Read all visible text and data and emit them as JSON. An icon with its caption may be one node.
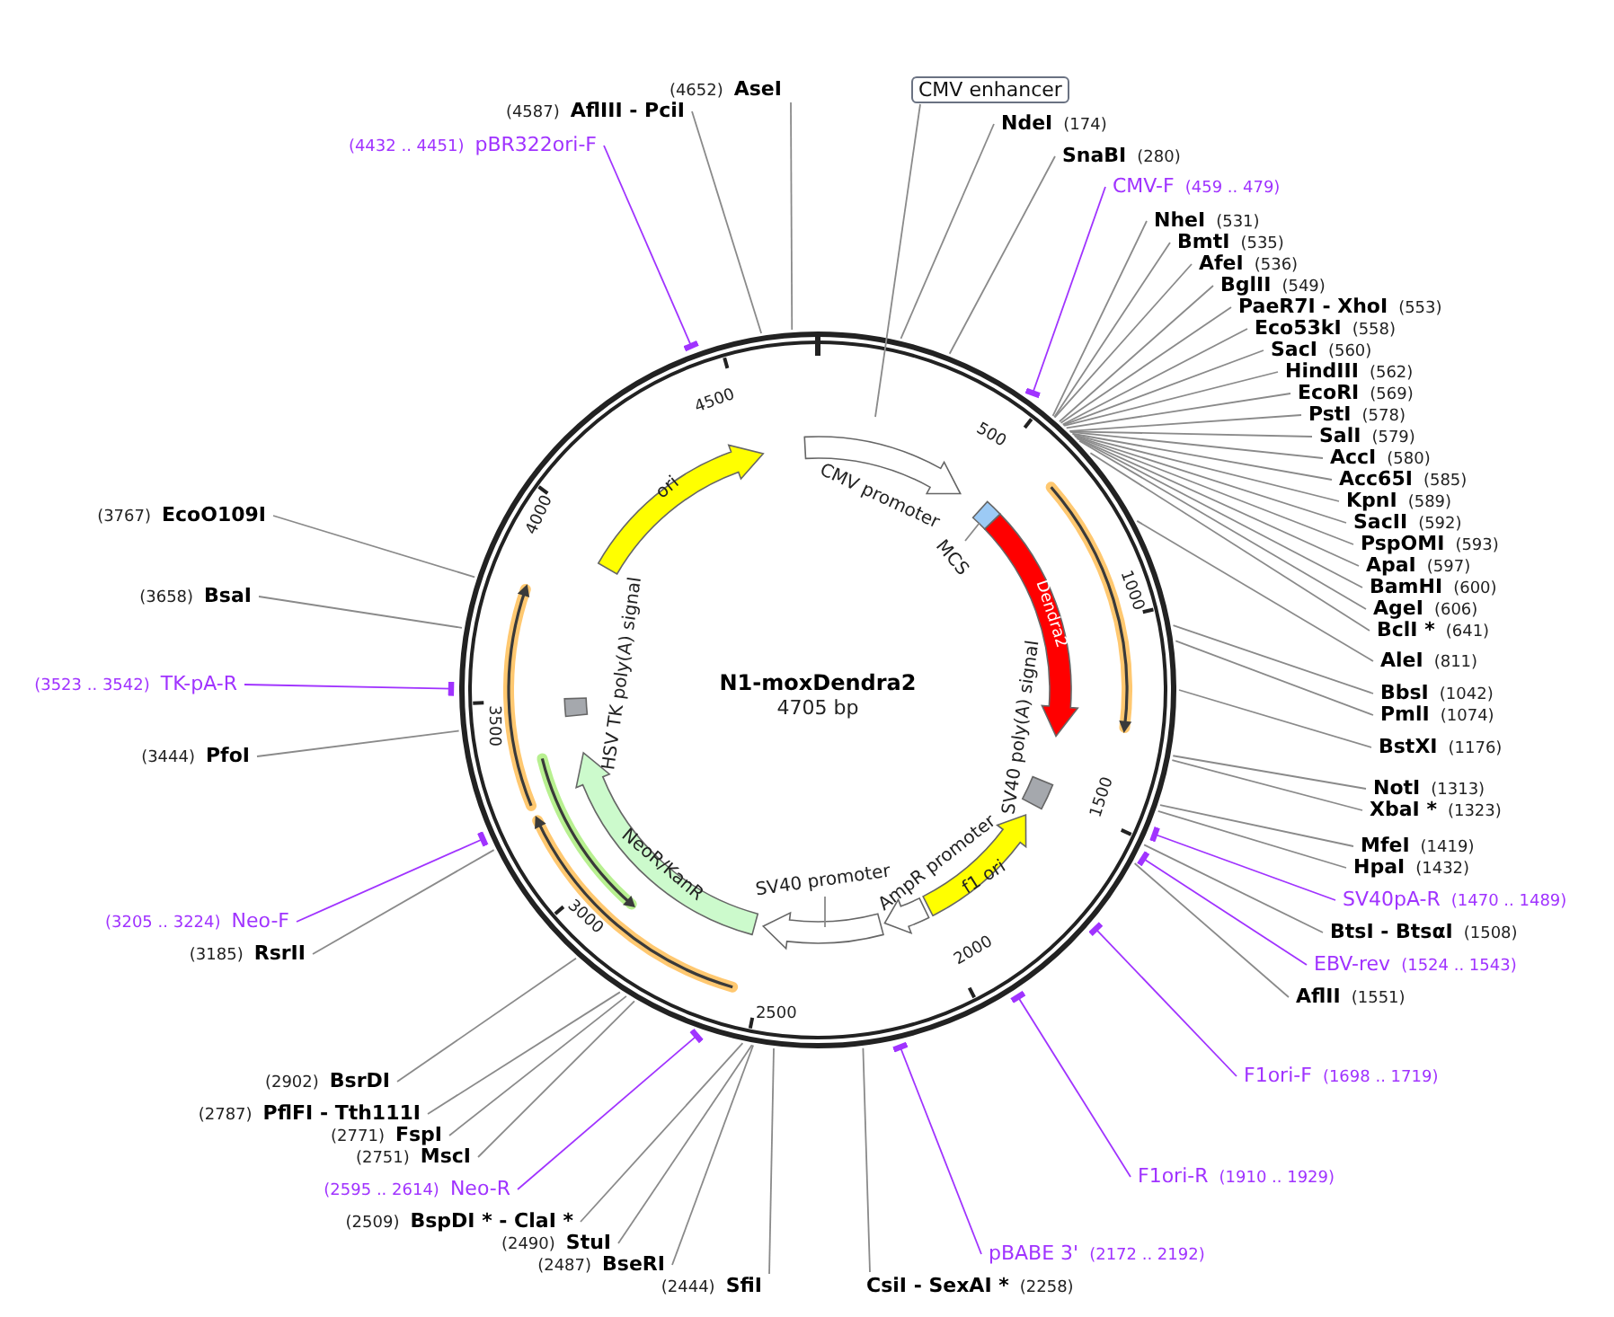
{
  "diagram": {
    "title": "N1-moxDendra2",
    "nodes": [
      {
        "text": [
          "(4652)",
          "AseI"
        ]
      },
      {
        "text": [
          "(4587)",
          "AflIII - PciI"
        ]
      },
      {
        "text": [
          "(4432 .. 4451)",
          "pBR322ori-F"
        ]
      },
      {
        "text": [
          "CMV enhancer"
        ]
      },
      {
        "text": [
          "NdeI",
          "(174)"
        ]
      },
      {
        "text": [
          "SnaBI",
          "(280)"
        ]
      },
      {
        "text": [
          "CMV-F",
          "(459 .. 479)"
        ]
      },
      {
        "text": [
          "NheI",
          "(531)"
        ]
      },
      {
        "text": [
          "BmtI",
          "(535)"
        ]
      },
      {
        "text": [
          "AfeI",
          "(536)"
        ]
      },
      {
        "text": [
          "BglII",
          "(549)"
        ]
      },
      {
        "text": [
          "PaeR7I - XhoI",
          "(553)"
        ]
      },
      {
        "text": [
          "Eco53kI",
          "(558)"
        ]
      },
      {
        "text": [
          "SacI",
          "(560)"
        ]
      },
      {
        "text": [
          "HindIII",
          "(562)"
        ]
      },
      {
        "text": [
          "EcoRI",
          "(569)"
        ]
      },
      {
        "text": [
          "PstI",
          "(578)"
        ]
      },
      {
        "text": [
          "SalI",
          "(579)"
        ]
      },
      {
        "text": [
          "AccI",
          "(580)"
        ]
      },
      {
        "text": [
          "Acc65I",
          "(585)"
        ]
      },
      {
        "text": [
          "KpnI",
          "(589)"
        ]
      },
      {
        "text": [
          "SacII",
          "(592)"
        ]
      },
      {
        "text": [
          "PspOMI",
          "(593)"
        ]
      },
      {
        "text": [
          "ApaI",
          "(597)"
        ]
      },
      {
        "text": [
          "BamHI",
          "(600)"
        ]
      },
      {
        "text": [
          "AgeI",
          "(606)"
        ]
      },
      {
        "text": [
          "BclI *",
          "(641)"
        ]
      },
      {
        "text": [
          "AleI",
          "(811)"
        ]
      },
      {
        "text": [
          "BbsI",
          "(1042)"
        ]
      },
      {
        "text": [
          "PmlI",
          "(1074)"
        ]
      },
      {
        "text": [
          "BstXI",
          "(1176)"
        ]
      },
      {
        "text": [
          "NotI",
          "(1313)"
        ]
      },
      {
        "text": [
          "XbaI *",
          "(1323)"
        ]
      },
      {
        "text": [
          "MfeI",
          "(1419)"
        ]
      },
      {
        "text": [
          "HpaI",
          "(1432)"
        ]
      },
      {
        "text": [
          "SV40pA-R",
          "(1470 .. 1489)"
        ]
      },
      {
        "text": [
          "BtsI - BtsαI",
          "(1508)"
        ]
      },
      {
        "text": [
          "EBV-rev",
          "(1524 .. 1543)"
        ]
      },
      {
        "text": [
          "AflII",
          "(1551)"
        ]
      },
      {
        "text": [
          "F1ori-F",
          "(1698 .. 1719)"
        ]
      },
      {
        "text": [
          "F1ori-R",
          "(1910 .. 1929)"
        ]
      },
      {
        "text": [
          "pBABE 3'",
          "(2172 .. 2192)"
        ]
      },
      {
        "text": [
          "CsiI - SexAI *",
          "(2258)"
        ]
      },
      {
        "text": [
          "(3767)",
          "EcoO109I"
        ]
      },
      {
        "text": [
          "(3658)",
          "BsaI"
        ]
      },
      {
        "text": [
          "(3523 .. 3542)",
          "TK-pA-R"
        ]
      },
      {
        "text": [
          "(3444)",
          "PfoI"
        ]
      },
      {
        "text": [
          "(3205 .. 3224)",
          "Neo-F"
        ]
      },
      {
        "text": [
          "(3185)",
          "RsrII"
        ]
      },
      {
        "text": [
          "(2902)",
          "BsrDI"
        ]
      },
      {
        "text": [
          "(2787)",
          "PflFI - Tth111I"
        ]
      },
      {
        "text": [
          "(2771)",
          "FspI"
        ]
      },
      {
        "text": [
          "(2751)",
          "MscI"
        ]
      },
      {
        "text": [
          "(2595 .. 2614)",
          "Neo-R"
        ]
      },
      {
        "text": [
          "(2509)",
          "BspDI * - ClaI *"
        ]
      },
      {
        "text": [
          "(2490)",
          "StuI"
        ]
      },
      {
        "text": [
          "(2487)",
          "BseRI"
        ]
      },
      {
        "text": [
          "(2444)",
          "SfiI"
        ]
      },
      {
        "text": [
          "CMV promoter"
        ]
      },
      {
        "text": [
          "MCS"
        ]
      },
      {
        "text": [
          "Dendra2"
        ]
      },
      {
        "text": [
          "SV40 poly(A) signal"
        ]
      },
      {
        "text": [
          "f1 ori"
        ]
      },
      {
        "text": [
          "AmpR promoter"
        ]
      },
      {
        "text": [
          "SV40 promoter"
        ]
      },
      {
        "text": [
          "NeoR/KanR"
        ]
      },
      {
        "text": [
          "HSV TK poly(A) signal"
        ]
      },
      {
        "text": [
          "ori"
        ]
      },
      {
        "text": [],
        "shape": "box"
      }
    ],
    "edges": [
      {
        "from": 0,
        "to": null,
        "arrow": "none"
      },
      {
        "from": 1,
        "to": null,
        "arrow": "none"
      },
      {
        "from": 2,
        "to": null,
        "arrow": "other",
        "color": "#a033ff"
      },
      {
        "from": 3,
        "to": null,
        "arrow": "none"
      },
      {
        "from": 4,
        "to": null,
        "arrow": "none"
      },
      {
        "from": 5,
        "to": null,
        "arrow": "none"
      },
      {
        "from": 6,
        "to": null,
        "arrow": "other",
        "color": "#a033ff"
      },
      {
        "from": 7,
        "to": null,
        "arrow": "none"
      },
      {
        "from": 8,
        "to": null,
        "arrow": "none"
      },
      {
        "from": 9,
        "to": null,
        "arrow": "none"
      },
      {
        "from": 10,
        "to": null,
        "arrow": "none"
      },
      {
        "from": 11,
        "to": null,
        "arrow": "none"
      },
      {
        "from": 12,
        "to": null,
        "arrow": "none"
      },
      {
        "from": 13,
        "to": null,
        "arrow": "none"
      },
      {
        "from": 14,
        "to": null,
        "arrow": "none"
      },
      {
        "from": 15,
        "to": null,
        "arrow": "none"
      },
      {
        "from": 16,
        "to": null,
        "arrow": "none"
      },
      {
        "from": 17,
        "to": null,
        "arrow": "none"
      },
      {
        "from": 18,
        "to": null,
        "arrow": "none"
      },
      {
        "from": 19,
        "to": null,
        "arrow": "none"
      },
      {
        "from": 20,
        "to": null,
        "arrow": "none"
      },
      {
        "from": 21,
        "to": null,
        "arrow": "none"
      },
      {
        "from": 22,
        "to": null,
        "arrow": "none"
      },
      {
        "from": 23,
        "to": null,
        "arrow": "none"
      },
      {
        "from": 24,
        "to": null,
        "arrow": "none"
      },
      {
        "from": 25,
        "to": null,
        "arrow": "none"
      },
      {
        "from": 26,
        "to": null,
        "arrow": "none"
      },
      {
        "from": 27,
        "to": null,
        "arrow": "none"
      },
      {
        "from": 28,
        "to": null,
        "arrow": "none"
      },
      {
        "from": 29,
        "to": null,
        "arrow": "none"
      },
      {
        "from": 30,
        "to": null,
        "arrow": "none"
      },
      {
        "from": 31,
        "to": null,
        "arrow": "none"
      },
      {
        "from": 32,
        "to": null,
        "arrow": "none"
      },
      {
        "from": 33,
        "to": null,
        "arrow": "none"
      },
      {
        "from": 34,
        "to": null,
        "arrow": "none"
      },
      {
        "from": 35,
        "to": null,
        "arrow": "other",
        "color": "#a033ff"
      },
      {
        "from": 36,
        "to": null,
        "arrow": "none"
      },
      {
        "from": 37,
        "to": null,
        "arrow": "other",
        "color": "#a033ff"
      },
      {
        "from": 38,
        "to": null,
        "arrow": "none"
      },
      {
        "from": 39,
        "to": null,
        "arrow": "other",
        "color": "#a033ff"
      },
      {
        "from": 40,
        "to": null,
        "arrow": "other",
        "color": "#a033ff"
      },
      {
        "from": 41,
        "to": null,
        "arrow": "other",
        "color": "#a033ff"
      },
      {
        "from": 42,
        "to": null,
        "arrow": "none"
      },
      {
        "from": 43,
        "to": null,
        "arrow": "none"
      },
      {
        "from": 44,
        "to": null,
        "arrow": "none"
      },
      {
        "from": 45,
        "to": null,
        "arrow": "other",
        "color": "#a033ff"
      },
      {
        "from": 46,
        "to": null,
        "arrow": "none"
      },
      {
        "from": 47,
        "to": null,
        "arrow": "other",
        "color": "#a033ff"
      },
      {
        "from": 48,
        "to": null,
        "arrow": "none"
      },
      {
        "from": 49,
        "to": null,
        "arrow": "none"
      },
      {
        "from": 50,
        "to": null,
        "arrow": "none"
      },
      {
        "from": 51,
        "to": null,
        "arrow": "none"
      },
      {
        "from": 52,
        "to": null,
        "arrow": "none"
      },
      {
        "from": 53,
        "to": null,
        "arrow": "other",
        "color": "#a033ff"
      },
      {
        "from": 54,
        "to": null,
        "arrow": "none"
      },
      {
        "from": 55,
        "to": null,
        "arrow": "none"
      },
      {
        "from": 56,
        "to": null,
        "arrow": "none"
      },
      {
        "from": 57,
        "to": null,
        "arrow": "none"
      },
      {
        "from": 59,
        "to": 68,
        "arrow": "none"
      },
      {
        "from": 64,
        "to": null,
        "arrow": "none"
      }
    ],
    "labels": [
      "4705 bp",
      "500",
      "1000",
      "1500",
      "2000",
      "2500",
      "3000",
      "3500",
      "4000",
      "4500"
    ]
  }
}
